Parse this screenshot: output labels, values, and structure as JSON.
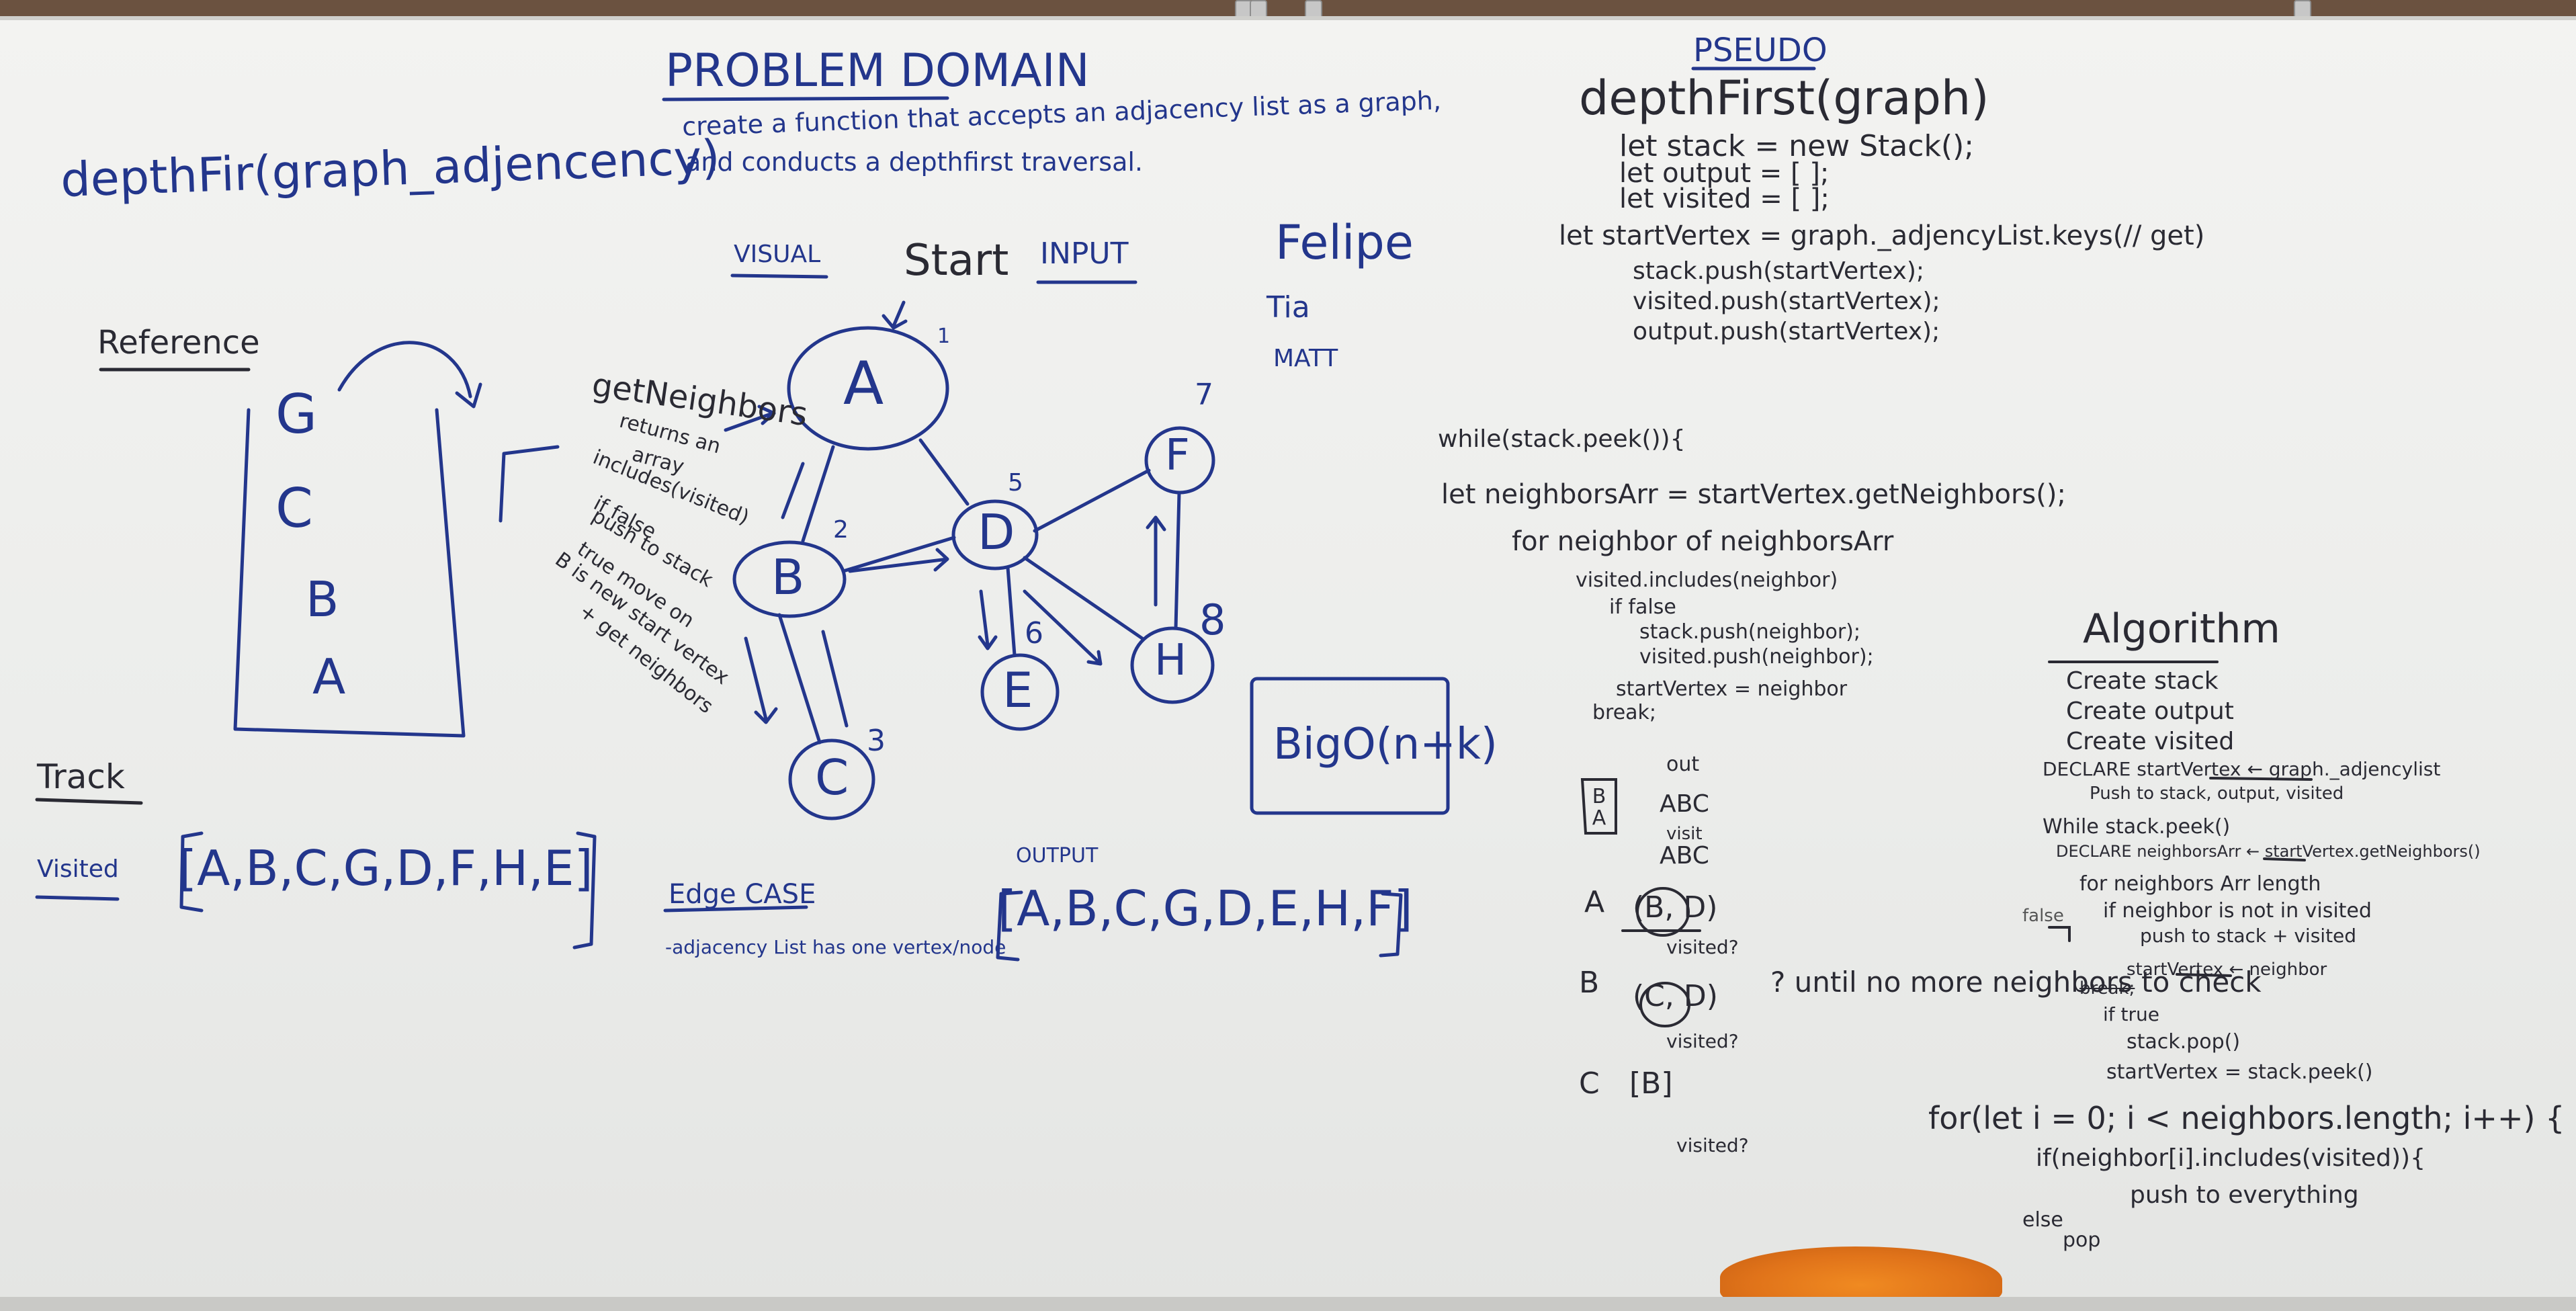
{
  "board": {
    "colors": {
      "marker_blue": "#23368c",
      "marker_black": "#2a2a33",
      "board": "#eeeeec",
      "rag": "#e8781c"
    }
  },
  "top_left": {
    "title": "depthFir(graph_adjencency)"
  },
  "problem": {
    "heading": "PROBLEM DOMAIN",
    "line1": "create a function that accepts an adjacency list as a graph,",
    "line2": "and conducts a depthfirst traversal."
  },
  "visual": {
    "label": "VISUAL",
    "start_label": "Start",
    "input_label": "INPUT"
  },
  "names": [
    "Felipe",
    "Tia",
    "MATT"
  ],
  "reference": {
    "label": "Reference",
    "stack": [
      "G",
      "C",
      "B",
      "A"
    ]
  },
  "get_neighbors_note": {
    "title": "getNeighbors",
    "lines": [
      "returns an",
      "array",
      "includes(visited)",
      "if false",
      "push to stack",
      "true move on",
      "B is new start vertex",
      "+ get neighbors"
    ]
  },
  "graph": {
    "nodes": [
      {
        "id": "A",
        "order": "1"
      },
      {
        "id": "B",
        "order": "2"
      },
      {
        "id": "C",
        "order": "3"
      },
      {
        "id": "D",
        "order": "5"
      },
      {
        "id": "E",
        "order": "6"
      },
      {
        "id": "F",
        "order": "7"
      },
      {
        "id": "H",
        "order": "8"
      }
    ]
  },
  "bigo": {
    "text": "BigO(n+k)"
  },
  "track": {
    "label": "Track",
    "visited_label": "Visited",
    "visited_list": "[A,B,C,G,D,F,H,E]"
  },
  "edge_case": {
    "label": "Edge CASE",
    "text": "-adjacency List has one vertex/node"
  },
  "output": {
    "label": "OUTPUT",
    "list": "[A,B,C,G,D,E,H,F]"
  },
  "pseudo": {
    "heading": "PSEUDO",
    "lines": [
      "depthFirst(graph)",
      "let stack = new Stack();",
      "let output = [ ];",
      "let visited = [ ];",
      "let startVertex = graph._adjencyList.keys(// get)",
      "stack.push(startVertex);",
      "visited.push(startVertex);",
      "output.push(startVertex);"
    ],
    "loop": [
      "while(stack.peek()){",
      "let neighborsArr = startVertex.getNeighbors();",
      "for neighbor of neighborsArr",
      "visited.includes(neighbor)",
      "if false",
      "stack.push(neighbor);",
      "visited.push(neighbor);",
      "startVertex = neighbor",
      "break;"
    ]
  },
  "trace": {
    "stack_box": "B A",
    "out_label": "out",
    "out_value": "ABC",
    "visit_label": "visit",
    "visit_value": "ABC",
    "rows": [
      {
        "key": "A",
        "value": "(B, D)",
        "note": "visited?"
      },
      {
        "key": "B",
        "value": "(C, D)",
        "note": "visited?"
      },
      {
        "key": "C",
        "value": "[B]",
        "note": "visited?"
      }
    ],
    "until": "? until no more neighbors to check"
  },
  "algorithm": {
    "heading": "Algorithm",
    "lines": [
      "Create stack",
      "Create output",
      "Create visited",
      "DECLARE startVertex ← graph._adjencylist",
      "Push to stack, output, visited",
      "While stack.peek()",
      "DECLARE neighborsArr ← startVertex.getNeighbors()",
      "for neighbors Arr length",
      "if neighbor is not in visited",
      "push to stack + visited",
      "startVertex ← neighbor",
      "break;",
      "if true",
      "stack.pop()",
      "startVertex = stack.peek()"
    ],
    "false_label": "false"
  },
  "bottom_code": {
    "line1": "for(let i = 0; i < neighbors.length; i++) {",
    "line2": "if(neighbor[i].includes(visited)){",
    "line3": "push to everything",
    "else": "else",
    "pop": "pop"
  }
}
